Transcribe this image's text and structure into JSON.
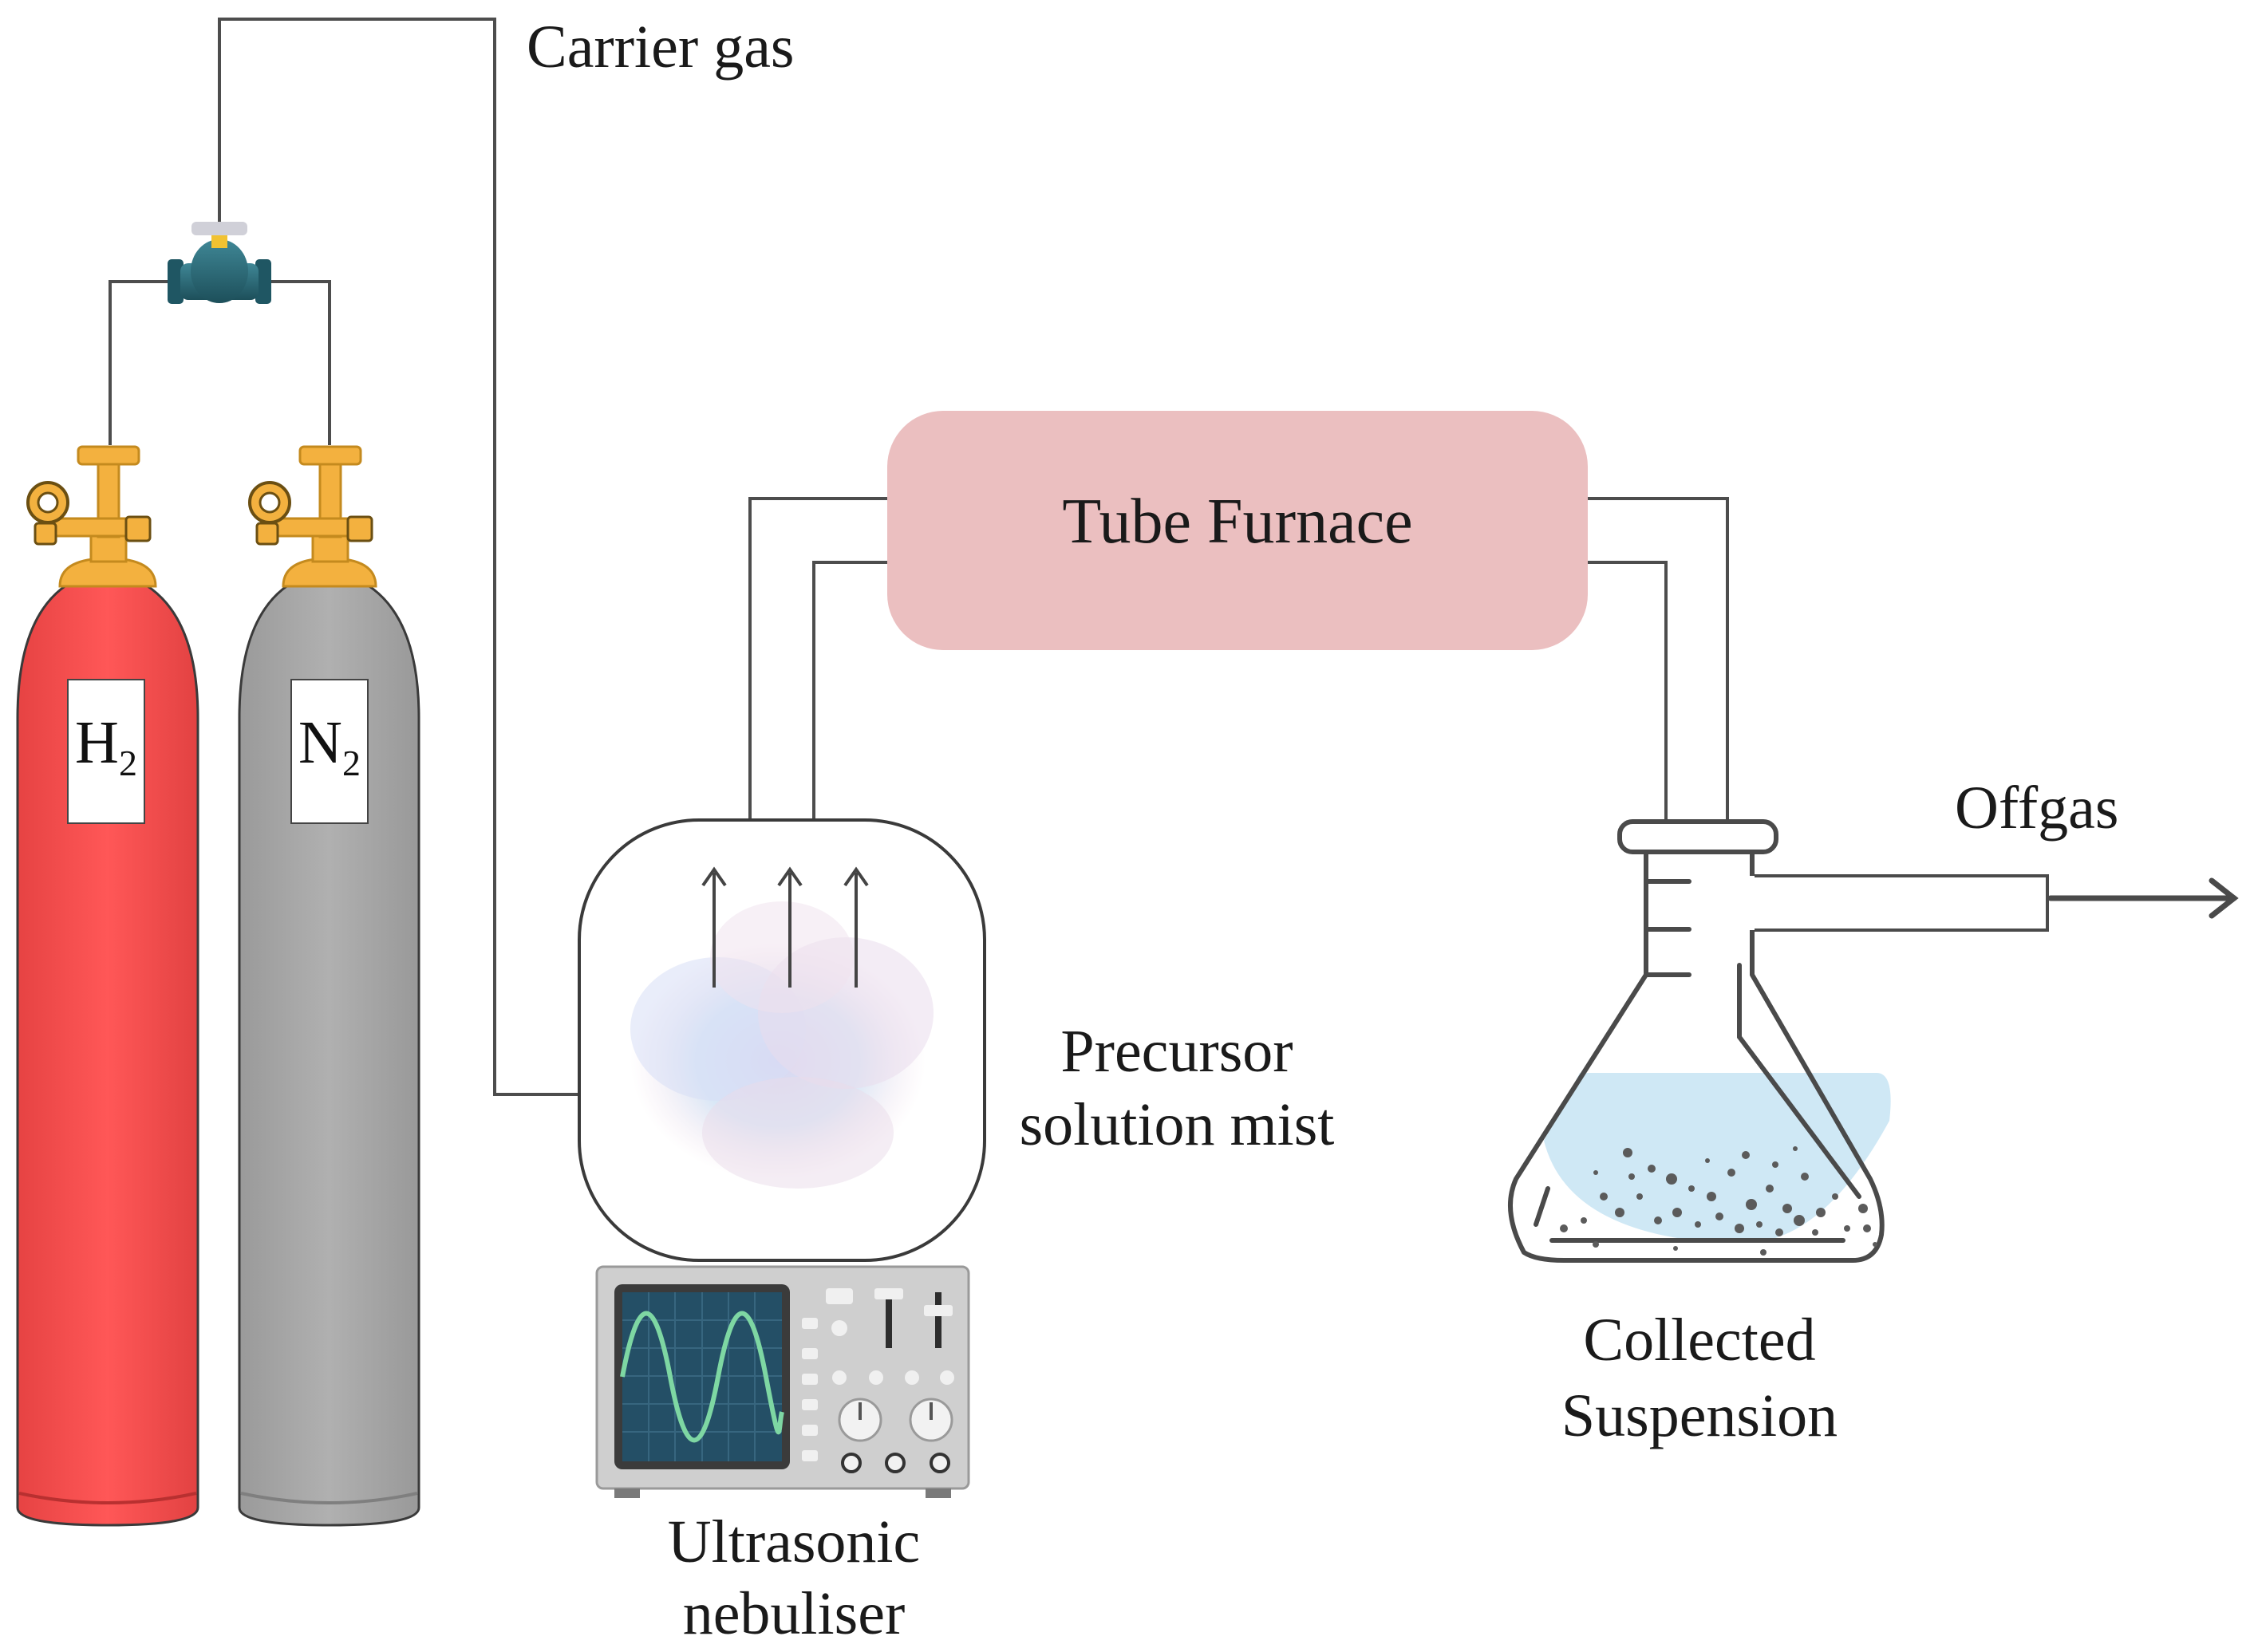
{
  "labels": {
    "carrier_gas": "Carrier gas",
    "tube_furnace": "Tube Furnace",
    "offgas": "Offgas",
    "precursor_line1": "Precursor",
    "precursor_line2": "solution mist",
    "collected_line1": "Collected",
    "collected_line2": "Suspension",
    "nebuliser_line1": "Ultrasonic",
    "nebuliser_line2": "nebuliser"
  },
  "cylinders": [
    {
      "symbol": "H",
      "subscript": "2",
      "color": "#ff4f4f"
    },
    {
      "symbol": "N",
      "subscript": "2",
      "color": "#a9a9a9"
    }
  ],
  "colors": {
    "furnace": "#ebbfc0",
    "valve": "#2b6a78",
    "fitting": "#f3b13f",
    "liquid": "#cfe8f5",
    "nebuliser_body": "#cfcfcf",
    "screen_wave": "#7ed7a3"
  }
}
